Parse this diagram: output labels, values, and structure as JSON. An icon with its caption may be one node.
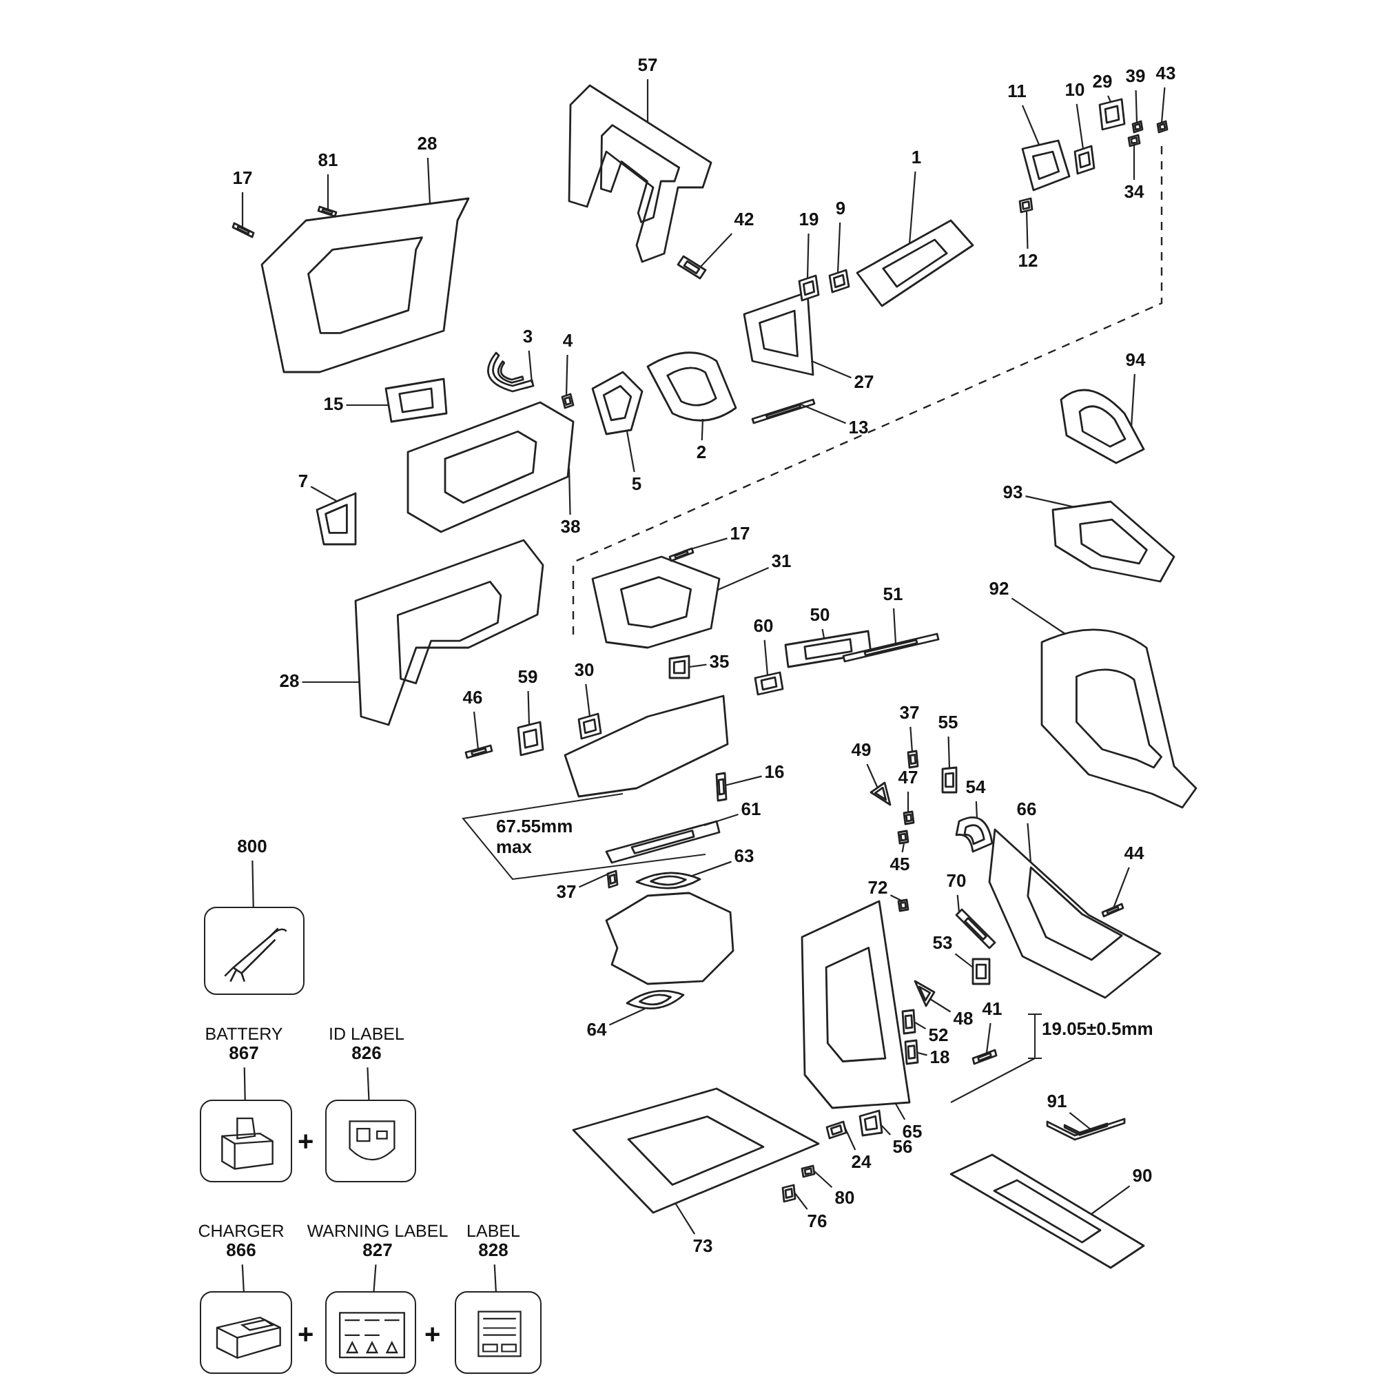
{
  "diagram": {
    "nodes": [
      {
        "text": [
          "57"
        ]
      },
      {
        "text": [
          "28"
        ]
      },
      {
        "text": [
          "81"
        ]
      },
      {
        "text": [
          "17"
        ]
      },
      {
        "text": [
          "42"
        ]
      },
      {
        "text": [
          "11"
        ]
      },
      {
        "text": [
          "10"
        ]
      },
      {
        "text": [
          "29"
        ]
      },
      {
        "text": [
          "39"
        ]
      },
      {
        "text": [
          "43"
        ]
      },
      {
        "text": [
          "1"
        ]
      },
      {
        "text": [
          "19"
        ]
      },
      {
        "text": [
          "9"
        ]
      },
      {
        "text": [
          "12"
        ]
      },
      {
        "text": [
          "34"
        ]
      },
      {
        "text": [
          "3"
        ]
      },
      {
        "text": [
          "4"
        ]
      },
      {
        "text": [
          "15"
        ]
      },
      {
        "text": [
          "27"
        ]
      },
      {
        "text": [
          "13"
        ]
      },
      {
        "text": [
          "2"
        ]
      },
      {
        "text": [
          "5"
        ]
      },
      {
        "text": [
          "94"
        ]
      },
      {
        "text": [
          "7"
        ]
      },
      {
        "text": [
          "38"
        ]
      },
      {
        "text": [
          "93"
        ]
      },
      {
        "text": [
          "17"
        ]
      },
      {
        "text": [
          "31"
        ]
      },
      {
        "text": [
          "92"
        ]
      },
      {
        "text": [
          "51"
        ]
      },
      {
        "text": [
          "50"
        ]
      },
      {
        "text": [
          "60"
        ]
      },
      {
        "text": [
          "35"
        ]
      },
      {
        "text": [
          "28"
        ]
      },
      {
        "text": [
          "30"
        ]
      },
      {
        "text": [
          "59"
        ]
      },
      {
        "text": [
          "46"
        ]
      },
      {
        "text": [
          "16"
        ]
      },
      {
        "text": [
          "61"
        ]
      },
      {
        "text": [
          "37"
        ]
      },
      {
        "text": [
          "55"
        ]
      },
      {
        "text": [
          "49"
        ]
      },
      {
        "text": [
          "47"
        ]
      },
      {
        "text": [
          "54"
        ]
      },
      {
        "text": [
          "66"
        ]
      },
      {
        "text": [
          "45"
        ]
      },
      {
        "text": [
          "800"
        ]
      },
      {
        "text": [],
        "shape": "picture"
      },
      {
        "text": [
          "63"
        ]
      },
      {
        "text": [
          "37"
        ]
      },
      {
        "text": [
          "44"
        ]
      },
      {
        "text": [
          "72"
        ]
      },
      {
        "text": [
          "70"
        ]
      },
      {
        "text": [
          "53"
        ]
      },
      {
        "text": [
          "48"
        ]
      },
      {
        "text": [
          "52"
        ]
      },
      {
        "text": [
          "18"
        ]
      },
      {
        "text": [
          "41"
        ]
      },
      {
        "text": [
          "64"
        ]
      },
      {
        "text": [
          "91"
        ]
      },
      {
        "text": [
          "BATTERY",
          "867"
        ]
      },
      {
        "text": [
          "ID LABEL",
          "826"
        ]
      },
      {
        "text": [],
        "shape": "picture"
      },
      {
        "text": [],
        "shape": "picture"
      },
      {
        "text": [
          "65"
        ]
      },
      {
        "text": [
          "24"
        ]
      },
      {
        "text": [
          "56"
        ]
      },
      {
        "text": [
          "90"
        ]
      },
      {
        "text": [
          "80"
        ]
      },
      {
        "text": [
          "76"
        ]
      },
      {
        "text": [
          "73"
        ]
      },
      {
        "text": [
          "CHARGER",
          "866"
        ]
      },
      {
        "text": [
          "WARNING LABEL",
          "827"
        ]
      },
      {
        "text": [
          "LABEL",
          "828"
        ]
      },
      {
        "text": [],
        "shape": "picture"
      },
      {
        "text": [],
        "shape": "picture"
      },
      {
        "text": [],
        "shape": "picture"
      },
      {
        "text": [],
        "shape": "picture"
      },
      {
        "text": [],
        "shape": "picture"
      },
      {
        "text": [],
        "shape": "picture"
      },
      {
        "text": [],
        "shape": "picture"
      },
      {
        "text": [],
        "shape": "picture"
      },
      {
        "text": [],
        "shape": "picture"
      },
      {
        "text": [],
        "shape": "picture"
      },
      {
        "text": [],
        "shape": "picture"
      },
      {
        "text": [],
        "shape": "picture"
      },
      {
        "text": [],
        "shape": "picture"
      },
      {
        "text": [],
        "shape": "picture"
      },
      {
        "text": [],
        "shape": "picture"
      },
      {
        "text": [],
        "shape": "picture"
      },
      {
        "text": [],
        "shape": "picture"
      },
      {
        "text": [],
        "shape": "picture"
      },
      {
        "text": [],
        "shape": "picture"
      },
      {
        "text": [],
        "shape": "picture"
      },
      {
        "text": [],
        "shape": "picture"
      },
      {
        "text": [],
        "shape": "picture"
      },
      {
        "text": [],
        "shape": "picture"
      },
      {
        "text": [],
        "shape": "picture"
      },
      {
        "text": [],
        "shape": "picture"
      },
      {
        "text": [],
        "shape": "picture"
      },
      {
        "text": [],
        "shape": "picture"
      },
      {
        "text": [],
        "shape": "picture"
      },
      {
        "text": [],
        "shape": "picture"
      },
      {
        "text": [],
        "shape": "picture"
      },
      {
        "text": [],
        "shape": "picture"
      },
      {
        "text": [],
        "shape": "picture"
      },
      {
        "text": [],
        "shape": "picture"
      },
      {
        "text": [],
        "shape": "picture"
      },
      {
        "text": [],
        "shape": "picture"
      },
      {
        "text": [],
        "shape": "picture"
      },
      {
        "text": [],
        "shape": "picture"
      },
      {
        "text": [],
        "shape": "picture"
      },
      {
        "text": [],
        "shape": "picture"
      },
      {
        "text": [],
        "shape": "picture"
      },
      {
        "text": [],
        "shape": "picture"
      },
      {
        "text": [],
        "shape": "picture"
      },
      {
        "text": [],
        "shape": "picture"
      },
      {
        "text": [],
        "shape": "picture"
      },
      {
        "text": [],
        "shape": "picture"
      },
      {
        "text": [],
        "shape": "picture"
      },
      {
        "text": [],
        "shape": "picture"
      },
      {
        "text": [],
        "shape": "picture"
      },
      {
        "text": [],
        "shape": "picture"
      },
      {
        "text": [],
        "shape": "picture"
      },
      {
        "text": [],
        "shape": "picture"
      },
      {
        "text": [],
        "shape": "picture"
      },
      {
        "text": [],
        "shape": "picture"
      },
      {
        "text": [],
        "shape": "picture"
      },
      {
        "text": [],
        "shape": "picture"
      },
      {
        "text": [],
        "shape": "picture"
      },
      {
        "text": [],
        "shape": "picture"
      },
      {
        "text": [],
        "shape": "picture"
      },
      {
        "text": [],
        "shape": "picture"
      },
      {
        "text": [],
        "shape": "picture"
      },
      {
        "text": [],
        "shape": "picture"
      },
      {
        "text": [],
        "shape": "picture"
      },
      {
        "text": [],
        "shape": "picture"
      },
      {
        "text": [],
        "shape": "picture"
      },
      {
        "text": [],
        "shape": "picture"
      },
      {
        "text": [],
        "shape": "picture"
      },
      {
        "text": [],
        "shape": "picture"
      },
      {
        "text": [],
        "shape": "picture"
      }
    ],
    "edges": [
      {
        "from": 0,
        "to": 77,
        "arrow": "none"
      },
      {
        "from": 1,
        "to": 78,
        "arrow": "none"
      },
      {
        "from": 2,
        "to": 79,
        "arrow": "none"
      },
      {
        "from": 3,
        "to": 80,
        "arrow": "none"
      },
      {
        "from": 4,
        "to": 81,
        "arrow": "none"
      },
      {
        "from": 5,
        "to": 82,
        "arrow": "none"
      },
      {
        "from": 6,
        "to": 83,
        "arrow": "none"
      },
      {
        "from": 7,
        "to": 84,
        "arrow": "none"
      },
      {
        "from": 8,
        "to": 85,
        "arrow": "none"
      },
      {
        "from": 9,
        "to": 86,
        "arrow": "none"
      },
      {
        "from": 10,
        "to": 87,
        "arrow": "none"
      },
      {
        "from": 11,
        "to": 88,
        "arrow": "none"
      },
      {
        "from": 12,
        "to": 89,
        "arrow": "none"
      },
      {
        "from": 13,
        "to": 90,
        "arrow": "none"
      },
      {
        "from": 14,
        "to": 91,
        "arrow": "none"
      },
      {
        "from": 15,
        "to": 92,
        "arrow": "none"
      },
      {
        "from": 16,
        "to": 93,
        "arrow": "none"
      },
      {
        "from": 17,
        "to": 94,
        "arrow": "none"
      },
      {
        "from": 18,
        "to": 95,
        "arrow": "none"
      },
      {
        "from": 19,
        "to": 96,
        "arrow": "none"
      },
      {
        "from": 20,
        "to": 97,
        "arrow": "none"
      },
      {
        "from": 21,
        "to": 98,
        "arrow": "none"
      },
      {
        "from": 22,
        "to": 99,
        "arrow": "none"
      },
      {
        "from": 23,
        "to": 100,
        "arrow": "none"
      },
      {
        "from": 24,
        "to": 101,
        "arrow": "none"
      },
      {
        "from": 25,
        "to": 102,
        "arrow": "none"
      },
      {
        "from": 26,
        "to": 103,
        "arrow": "none"
      },
      {
        "from": 27,
        "to": 104,
        "arrow": "none"
      },
      {
        "from": 28,
        "to": 105,
        "arrow": "none"
      },
      {
        "from": 29,
        "to": 106,
        "arrow": "none"
      },
      {
        "from": 30,
        "to": 107,
        "arrow": "none"
      },
      {
        "from": 31,
        "to": 108,
        "arrow": "none"
      },
      {
        "from": 32,
        "to": 109,
        "arrow": "none"
      },
      {
        "from": 33,
        "to": 110,
        "arrow": "none"
      },
      {
        "from": 34,
        "to": 111,
        "arrow": "none"
      },
      {
        "from": 35,
        "to": 112,
        "arrow": "none"
      },
      {
        "from": 36,
        "to": 113,
        "arrow": "none"
      },
      {
        "from": 37,
        "to": 114,
        "arrow": "none"
      },
      {
        "from": 38,
        "to": 115,
        "arrow": "none"
      },
      {
        "from": 39,
        "to": 116,
        "arrow": "none"
      },
      {
        "from": 40,
        "to": 117,
        "arrow": "none"
      },
      {
        "from": 41,
        "to": 118,
        "arrow": "none"
      },
      {
        "from": 42,
        "to": 119,
        "arrow": "none"
      },
      {
        "from": 43,
        "to": 120,
        "arrow": "none"
      },
      {
        "from": 44,
        "to": 121,
        "arrow": "none"
      },
      {
        "from": 45,
        "to": 122,
        "arrow": "none"
      },
      {
        "from": 46,
        "to": 47,
        "arrow": "none"
      },
      {
        "from": 48,
        "to": 123,
        "arrow": "none"
      },
      {
        "from": 49,
        "to": 124,
        "arrow": "none"
      },
      {
        "from": 50,
        "to": 125,
        "arrow": "none"
      },
      {
        "from": 51,
        "to": 126,
        "arrow": "none"
      },
      {
        "from": 52,
        "to": 127,
        "arrow": "none"
      },
      {
        "from": 53,
        "to": 128,
        "arrow": "none"
      },
      {
        "from": 54,
        "to": 129,
        "arrow": "none"
      },
      {
        "from": 55,
        "to": 130,
        "arrow": "none"
      },
      {
        "from": 56,
        "to": 131,
        "arrow": "none"
      },
      {
        "from": 57,
        "to": 132,
        "arrow": "none"
      },
      {
        "from": 58,
        "to": 133,
        "arrow": "none"
      },
      {
        "from": 59,
        "to": 134,
        "arrow": "none"
      },
      {
        "from": 60,
        "to": 62,
        "arrow": "none"
      },
      {
        "from": 61,
        "to": 63,
        "arrow": "none"
      },
      {
        "from": 64,
        "to": 135,
        "arrow": "none"
      },
      {
        "from": 65,
        "to": 136,
        "arrow": "none"
      },
      {
        "from": 66,
        "to": 137,
        "arrow": "none"
      },
      {
        "from": 67,
        "to": 138,
        "arrow": "none"
      },
      {
        "from": 68,
        "to": 139,
        "arrow": "none"
      },
      {
        "from": 69,
        "to": 140,
        "arrow": "none"
      },
      {
        "from": 70,
        "to": 141,
        "arrow": "none"
      },
      {
        "from": 71,
        "to": 74,
        "arrow": "none"
      },
      {
        "from": 72,
        "to": 75,
        "arrow": "none"
      },
      {
        "from": 73,
        "to": 76,
        "arrow": "none"
      }
    ],
    "labels": [
      "67.55mm max",
      "19.05±0.5mm",
      "+",
      "+",
      "+"
    ]
  }
}
